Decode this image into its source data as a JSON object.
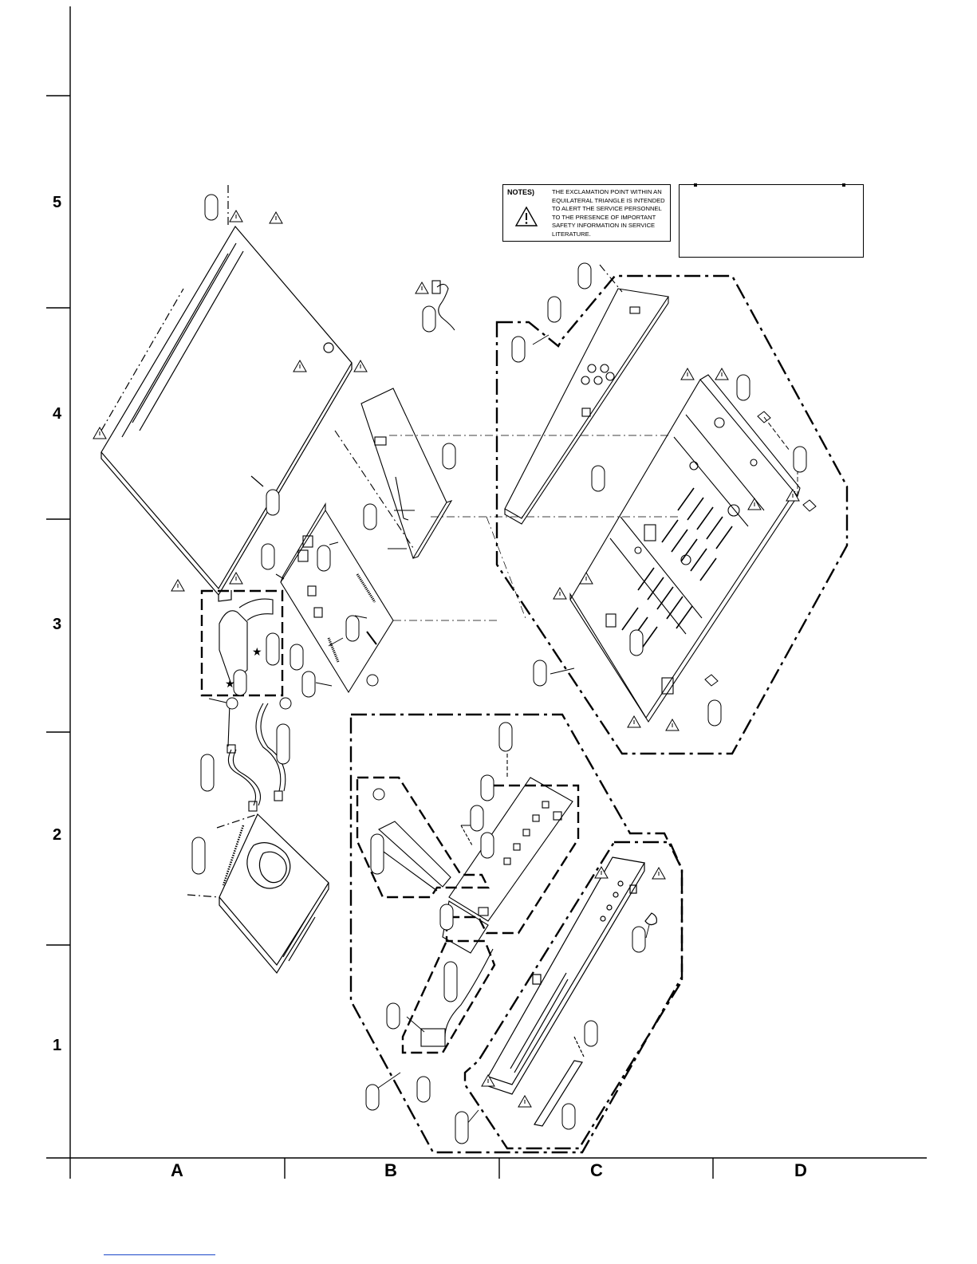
{
  "grid": {
    "rows": [
      "5",
      "4",
      "3",
      "2",
      "1"
    ],
    "columns": [
      "A",
      "B",
      "C",
      "D"
    ]
  },
  "notes": {
    "title": "NOTES)",
    "text": "THE EXCLAMATION POINT WITHIN AN EQUILATERAL TRIANGLE IS INTENDED TO ALERT THE SERVICE PERSONNEL TO THE PRESENCE OF IMPORTANT SAFETY INFORMATION IN SERVICE LITERATURE.",
    "icon": "warning-triangle-icon"
  },
  "icons": {
    "safety_mark": "warning-triangle-icon",
    "callout": "part-callout-oval",
    "star": "star-icon"
  },
  "colors": {
    "line": "#000000",
    "background": "#ffffff",
    "footer_link": "#1a46c8"
  }
}
